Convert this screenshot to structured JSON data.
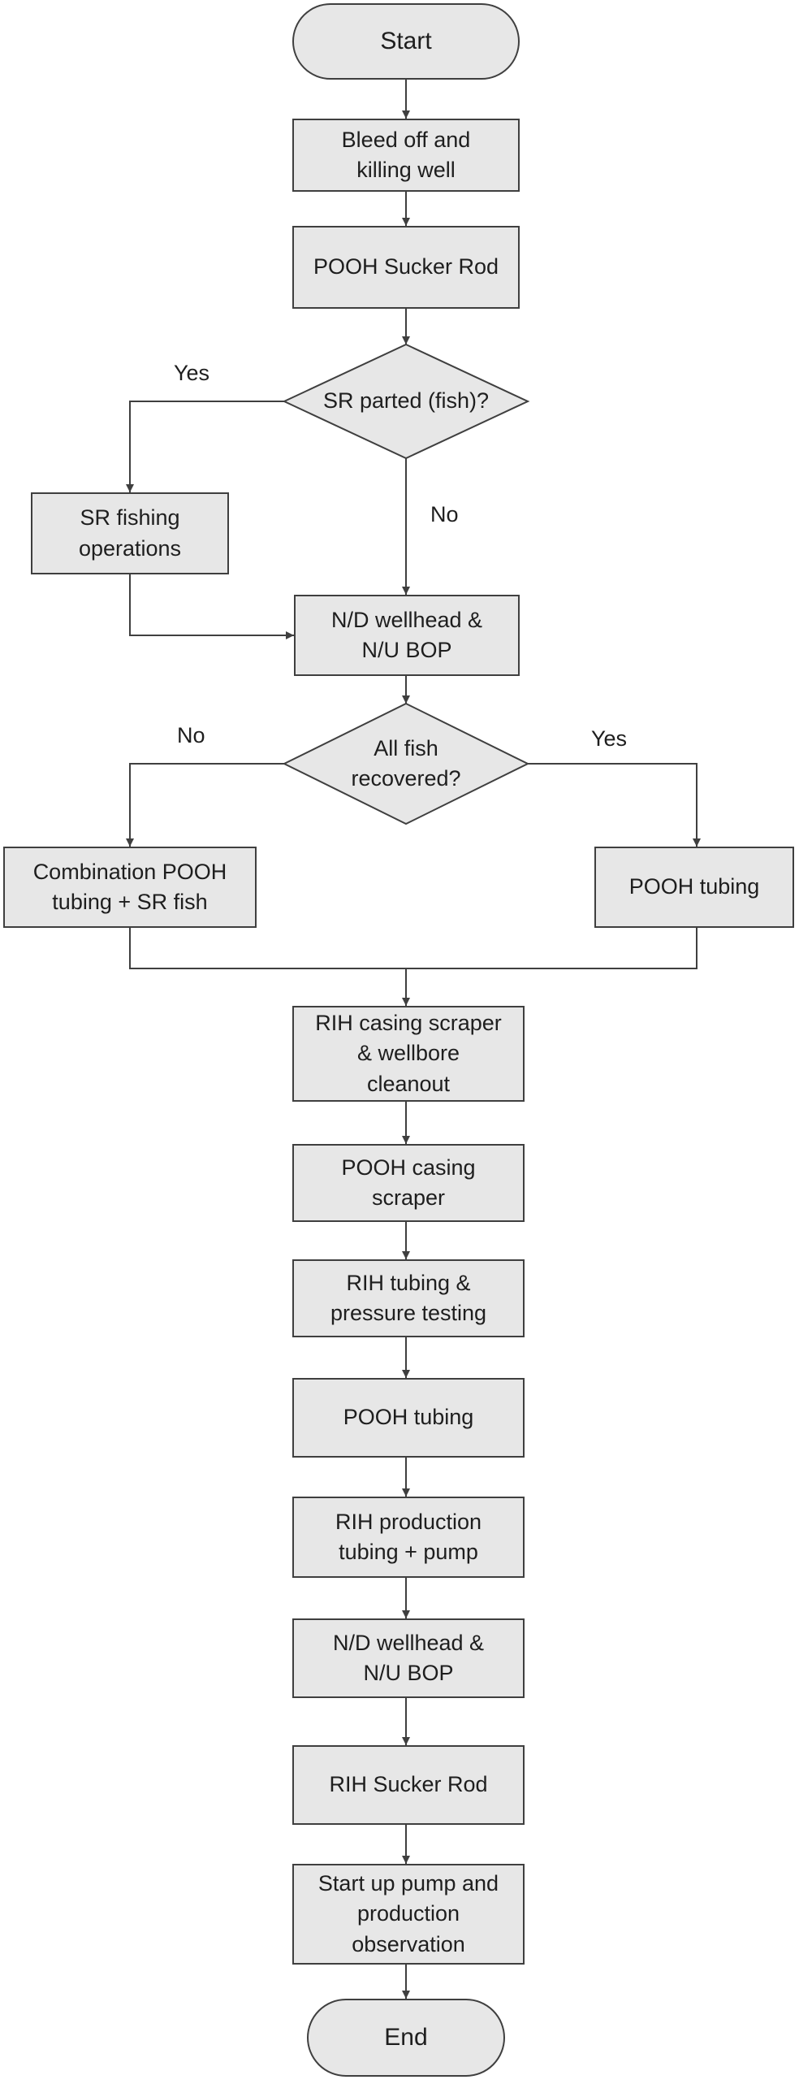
{
  "nodes": {
    "start": "Start",
    "bleed": "Bleed off and\nkilling well",
    "pooh_sucker_rod": "POOH Sucker Rod",
    "sr_parted": "SR parted (fish)?",
    "sr_fishing": "SR fishing\noperations",
    "nd_wellhead_1": "N/D wellhead &\nN/U BOP",
    "all_fish": "All fish\nrecovered?",
    "combination": "Combination  POOH\ntubing + SR fish",
    "pooh_tubing_1": "POOH tubing",
    "rih_scraper": "RIH casing scraper\n& wellbore\ncleanout",
    "pooh_scraper": "POOH casing\nscraper",
    "rih_tubing": "RIH tubing &\npressure testing",
    "pooh_tubing_2": "POOH tubing",
    "rih_production": "RIH production\ntubing + pump",
    "nd_wellhead_2": "N/D wellhead &\nN/U BOP",
    "rih_sucker_rod": "RIH Sucker  Rod",
    "startup": "Start up pump  and\nproduction\nobservation",
    "end": "End"
  },
  "edge_labels": {
    "sr_parted_yes": "Yes",
    "sr_parted_no": "No",
    "all_fish_no": "No",
    "all_fish_yes": "Yes"
  },
  "colors": {
    "box_fill": "#e7e7e7",
    "stroke": "#3f3f3f",
    "text": "#1e1e1e"
  }
}
